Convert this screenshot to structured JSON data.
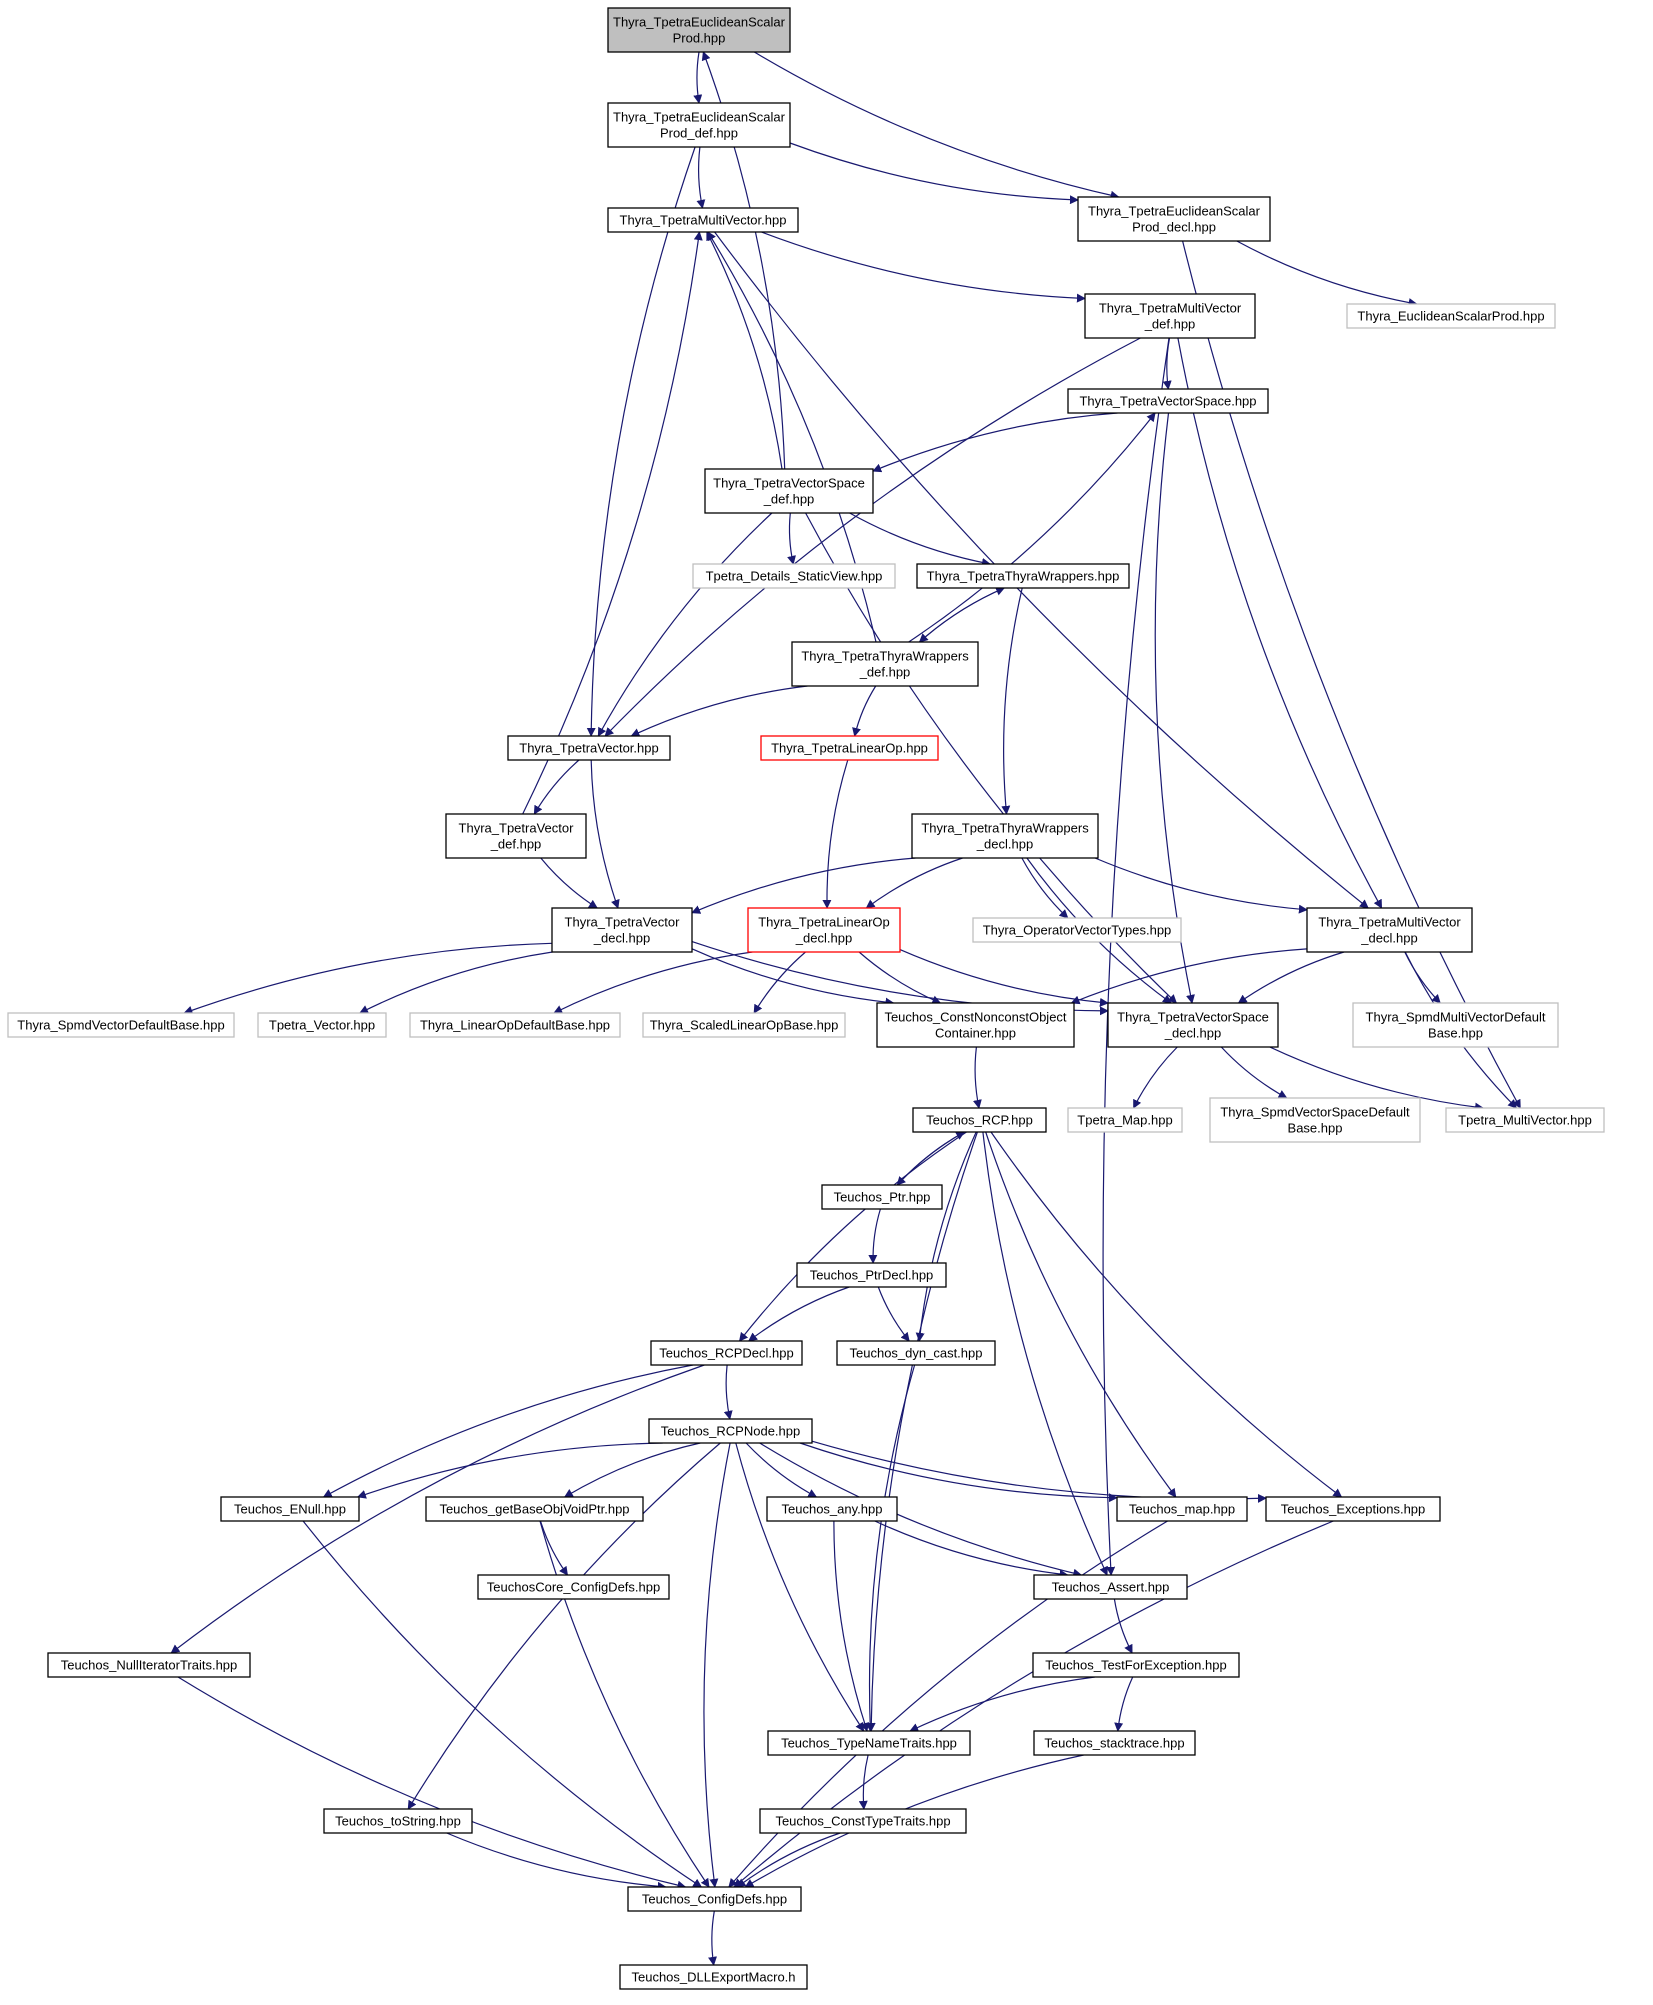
{
  "diagram": {
    "type": "include-dependency-graph",
    "colors": {
      "edge": "#191970",
      "root_fill": "#bfbfbf",
      "normal_border": "#000000",
      "missing_border": "#bfbfbf",
      "truncated_border": "#ff0000"
    },
    "nodes": [
      {
        "id": "n_root",
        "lines": [
          "Thyra_TpetraEuclideanScalar",
          "Prod.hpp"
        ],
        "style": "root"
      },
      {
        "id": "n_esp_def",
        "lines": [
          "Thyra_TpetraEuclideanScalar",
          "Prod_def.hpp"
        ],
        "style": "normal"
      },
      {
        "id": "n_esp_decl",
        "lines": [
          "Thyra_TpetraEuclideanScalar",
          "Prod_decl.hpp"
        ],
        "style": "normal"
      },
      {
        "id": "n_mv",
        "lines": [
          "Thyra_TpetraMultiVector.hpp"
        ],
        "style": "normal"
      },
      {
        "id": "n_euclid",
        "lines": [
          "Thyra_EuclideanScalarProd.hpp"
        ],
        "style": "missing"
      },
      {
        "id": "n_mv_def",
        "lines": [
          "Thyra_TpetraMultiVector",
          "_def.hpp"
        ],
        "style": "normal"
      },
      {
        "id": "n_vs",
        "lines": [
          "Thyra_TpetraVectorSpace.hpp"
        ],
        "style": "normal"
      },
      {
        "id": "n_vs_def",
        "lines": [
          "Thyra_TpetraVectorSpace",
          "_def.hpp"
        ],
        "style": "normal"
      },
      {
        "id": "n_static",
        "lines": [
          "Tpetra_Details_StaticView.hpp"
        ],
        "style": "missing"
      },
      {
        "id": "n_tw",
        "lines": [
          "Thyra_TpetraThyraWrappers.hpp"
        ],
        "style": "normal"
      },
      {
        "id": "n_tw_def",
        "lines": [
          "Thyra_TpetraThyraWrappers",
          "_def.hpp"
        ],
        "style": "normal"
      },
      {
        "id": "n_vec",
        "lines": [
          "Thyra_TpetraVector.hpp"
        ],
        "style": "normal"
      },
      {
        "id": "n_lo",
        "lines": [
          "Thyra_TpetraLinearOp.hpp"
        ],
        "style": "truncated"
      },
      {
        "id": "n_vec_def",
        "lines": [
          "Thyra_TpetraVector",
          "_def.hpp"
        ],
        "style": "normal"
      },
      {
        "id": "n_tw_decl",
        "lines": [
          "Thyra_TpetraThyraWrappers",
          "_decl.hpp"
        ],
        "style": "normal"
      },
      {
        "id": "n_vec_decl",
        "lines": [
          "Thyra_TpetraVector",
          "_decl.hpp"
        ],
        "style": "normal"
      },
      {
        "id": "n_lo_decl",
        "lines": [
          "Thyra_TpetraLinearOp",
          "_decl.hpp"
        ],
        "style": "truncated"
      },
      {
        "id": "n_opvt",
        "lines": [
          "Thyra_OperatorVectorTypes.hpp"
        ],
        "style": "missing"
      },
      {
        "id": "n_mv_decl",
        "lines": [
          "Thyra_TpetraMultiVector",
          "_decl.hpp"
        ],
        "style": "normal"
      },
      {
        "id": "n_spmdvdb",
        "lines": [
          "Thyra_SpmdVectorDefaultBase.hpp"
        ],
        "style": "missing"
      },
      {
        "id": "n_tvec",
        "lines": [
          "Tpetra_Vector.hpp"
        ],
        "style": "missing"
      },
      {
        "id": "n_lodb",
        "lines": [
          "Thyra_LinearOpDefaultBase.hpp"
        ],
        "style": "missing"
      },
      {
        "id": "n_slob",
        "lines": [
          "Thyra_ScaledLinearOpBase.hpp"
        ],
        "style": "missing"
      },
      {
        "id": "n_cnoc",
        "lines": [
          "Teuchos_ConstNonconstObject",
          "Container.hpp"
        ],
        "style": "normal"
      },
      {
        "id": "n_vs_decl",
        "lines": [
          "Thyra_TpetraVectorSpace",
          "_decl.hpp"
        ],
        "style": "normal"
      },
      {
        "id": "n_smvdb",
        "lines": [
          "Thyra_SpmdMultiVectorDefault",
          "Base.hpp"
        ],
        "style": "missing"
      },
      {
        "id": "n_map",
        "lines": [
          "Tpetra_Map.hpp"
        ],
        "style": "missing"
      },
      {
        "id": "n_svsdb",
        "lines": [
          "Thyra_SpmdVectorSpaceDefault",
          "Base.hpp"
        ],
        "style": "missing"
      },
      {
        "id": "n_tmv",
        "lines": [
          "Tpetra_MultiVector.hpp"
        ],
        "style": "missing"
      },
      {
        "id": "n_rcp",
        "lines": [
          "Teuchos_RCP.hpp"
        ],
        "style": "normal"
      },
      {
        "id": "n_ptr",
        "lines": [
          "Teuchos_Ptr.hpp"
        ],
        "style": "normal"
      },
      {
        "id": "n_ptrdecl",
        "lines": [
          "Teuchos_PtrDecl.hpp"
        ],
        "style": "normal"
      },
      {
        "id": "n_rcpdecl",
        "lines": [
          "Teuchos_RCPDecl.hpp"
        ],
        "style": "normal"
      },
      {
        "id": "n_dyncast",
        "lines": [
          "Teuchos_dyn_cast.hpp"
        ],
        "style": "normal"
      },
      {
        "id": "n_rcpnode",
        "lines": [
          "Teuchos_RCPNode.hpp"
        ],
        "style": "normal"
      },
      {
        "id": "n_enull",
        "lines": [
          "Teuchos_ENull.hpp"
        ],
        "style": "normal"
      },
      {
        "id": "n_gbovp",
        "lines": [
          "Teuchos_getBaseObjVoidPtr.hpp"
        ],
        "style": "normal"
      },
      {
        "id": "n_any",
        "lines": [
          "Teuchos_any.hpp"
        ],
        "style": "normal"
      },
      {
        "id": "n_tmap",
        "lines": [
          "Teuchos_map.hpp"
        ],
        "style": "normal"
      },
      {
        "id": "n_exc",
        "lines": [
          "Teuchos_Exceptions.hpp"
        ],
        "style": "normal"
      },
      {
        "id": "n_tccd",
        "lines": [
          "TeuchosCore_ConfigDefs.hpp"
        ],
        "style": "normal"
      },
      {
        "id": "n_assert",
        "lines": [
          "Teuchos_Assert.hpp"
        ],
        "style": "normal"
      },
      {
        "id": "n_nit",
        "lines": [
          "Teuchos_NullIteratorTraits.hpp"
        ],
        "style": "normal"
      },
      {
        "id": "n_tfe",
        "lines": [
          "Teuchos_TestForException.hpp"
        ],
        "style": "normal"
      },
      {
        "id": "n_tnt",
        "lines": [
          "Teuchos_TypeNameTraits.hpp"
        ],
        "style": "normal"
      },
      {
        "id": "n_st",
        "lines": [
          "Teuchos_stacktrace.hpp"
        ],
        "style": "normal"
      },
      {
        "id": "n_tostr",
        "lines": [
          "Teuchos_toString.hpp"
        ],
        "style": "normal"
      },
      {
        "id": "n_ctt",
        "lines": [
          "Teuchos_ConstTypeTraits.hpp"
        ],
        "style": "normal"
      },
      {
        "id": "n_cd",
        "lines": [
          "Teuchos_ConfigDefs.hpp"
        ],
        "style": "normal"
      },
      {
        "id": "n_dll",
        "lines": [
          "Teuchos_DLLExportMacro.h"
        ],
        "style": "normal"
      }
    ],
    "edges": [
      [
        "n_root",
        "n_esp_def"
      ],
      [
        "n_root",
        "n_esp_decl"
      ],
      [
        "n_esp_def",
        "n_mv"
      ],
      [
        "n_esp_def",
        "n_esp_decl"
      ],
      [
        "n_esp_def",
        "n_vec"
      ],
      [
        "n_esp_decl",
        "n_euclid"
      ],
      [
        "n_esp_decl",
        "n_tmv"
      ],
      [
        "n_mv",
        "n_mv_def"
      ],
      [
        "n_mv",
        "n_mv_decl"
      ],
      [
        "n_mv_def",
        "n_vs"
      ],
      [
        "n_mv_def",
        "n_vec"
      ],
      [
        "n_mv_def",
        "n_mv_decl"
      ],
      [
        "n_mv_def",
        "n_assert"
      ],
      [
        "n_vs",
        "n_vs_def"
      ],
      [
        "n_vs",
        "n_vs_decl"
      ],
      [
        "n_vs_def",
        "n_root"
      ],
      [
        "n_vs_def",
        "n_mv"
      ],
      [
        "n_vs_def",
        "n_static"
      ],
      [
        "n_vs_def",
        "n_tw"
      ],
      [
        "n_vs_def",
        "n_vec"
      ],
      [
        "n_vs_def",
        "n_vs_decl"
      ],
      [
        "n_tw",
        "n_tw_def"
      ],
      [
        "n_tw",
        "n_tw_decl"
      ],
      [
        "n_tw_def",
        "n_tw"
      ],
      [
        "n_tw_def",
        "n_vs"
      ],
      [
        "n_tw_def",
        "n_mv"
      ],
      [
        "n_tw_def",
        "n_vec"
      ],
      [
        "n_tw_def",
        "n_lo"
      ],
      [
        "n_vec",
        "n_vec_def"
      ],
      [
        "n_vec",
        "n_vec_decl"
      ],
      [
        "n_vec_def",
        "n_mv"
      ],
      [
        "n_vec_def",
        "n_vec_decl"
      ],
      [
        "n_lo",
        "n_lo_decl"
      ],
      [
        "n_tw_decl",
        "n_vec_decl"
      ],
      [
        "n_tw_decl",
        "n_lo_decl"
      ],
      [
        "n_tw_decl",
        "n_opvt"
      ],
      [
        "n_tw_decl",
        "n_mv_decl"
      ],
      [
        "n_tw_decl",
        "n_vs_decl"
      ],
      [
        "n_vec_decl",
        "n_spmdvdb"
      ],
      [
        "n_vec_decl",
        "n_tvec"
      ],
      [
        "n_vec_decl",
        "n_cnoc"
      ],
      [
        "n_vec_decl",
        "n_vs_decl"
      ],
      [
        "n_lo_decl",
        "n_lodb"
      ],
      [
        "n_lo_decl",
        "n_slob"
      ],
      [
        "n_lo_decl",
        "n_cnoc"
      ],
      [
        "n_lo_decl",
        "n_vs_decl"
      ],
      [
        "n_mv_decl",
        "n_cnoc"
      ],
      [
        "n_mv_decl",
        "n_vs_decl"
      ],
      [
        "n_mv_decl",
        "n_smvdb"
      ],
      [
        "n_mv_decl",
        "n_tmv"
      ],
      [
        "n_vs_decl",
        "n_map"
      ],
      [
        "n_vs_decl",
        "n_svsdb"
      ],
      [
        "n_vs_decl",
        "n_tmv"
      ],
      [
        "n_cnoc",
        "n_rcp"
      ],
      [
        "n_rcp",
        "n_ptr"
      ],
      [
        "n_rcp",
        "n_rcpdecl"
      ],
      [
        "n_rcp",
        "n_dyncast"
      ],
      [
        "n_rcp",
        "n_tnt"
      ],
      [
        "n_rcp",
        "n_assert"
      ],
      [
        "n_rcp",
        "n_tmap"
      ],
      [
        "n_rcp",
        "n_exc"
      ],
      [
        "n_ptr",
        "n_rcp"
      ],
      [
        "n_ptr",
        "n_ptrdecl"
      ],
      [
        "n_ptrdecl",
        "n_rcpdecl"
      ],
      [
        "n_ptrdecl",
        "n_dyncast"
      ],
      [
        "n_rcpdecl",
        "n_rcpnode"
      ],
      [
        "n_rcpdecl",
        "n_enull"
      ],
      [
        "n_rcpdecl",
        "n_nit"
      ],
      [
        "n_dyncast",
        "n_tnt"
      ],
      [
        "n_rcpnode",
        "n_enull"
      ],
      [
        "n_rcpnode",
        "n_gbovp"
      ],
      [
        "n_rcpnode",
        "n_any"
      ],
      [
        "n_rcpnode",
        "n_tmap"
      ],
      [
        "n_rcpnode",
        "n_exc"
      ],
      [
        "n_rcpnode",
        "n_assert"
      ],
      [
        "n_rcpnode",
        "n_tostr"
      ],
      [
        "n_rcpnode",
        "n_tnt"
      ],
      [
        "n_rcpnode",
        "n_cd"
      ],
      [
        "n_enull",
        "n_cd"
      ],
      [
        "n_gbovp",
        "n_tccd"
      ],
      [
        "n_gbovp",
        "n_cd"
      ],
      [
        "n_any",
        "n_assert"
      ],
      [
        "n_any",
        "n_tnt"
      ],
      [
        "n_tmap",
        "n_cd"
      ],
      [
        "n_exc",
        "n_cd"
      ],
      [
        "n_assert",
        "n_tfe"
      ],
      [
        "n_nit",
        "n_cd"
      ],
      [
        "n_tfe",
        "n_tnt"
      ],
      [
        "n_tfe",
        "n_st"
      ],
      [
        "n_tnt",
        "n_ctt"
      ],
      [
        "n_st",
        "n_cd"
      ],
      [
        "n_tostr",
        "n_cd"
      ],
      [
        "n_ctt",
        "n_cd"
      ],
      [
        "n_cd",
        "n_dll"
      ]
    ]
  }
}
